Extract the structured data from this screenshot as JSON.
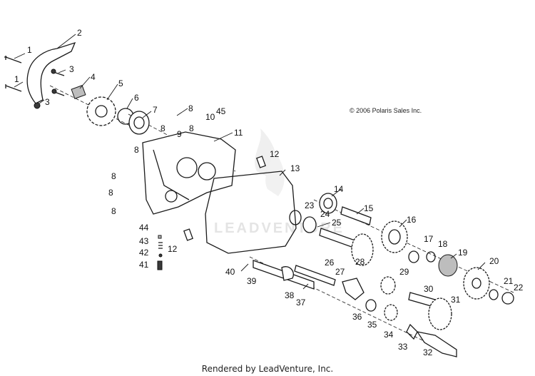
{
  "copyright": "© 2006 Polaris Sales Inc.",
  "footer": "Rendered by LeadVenture, Inc.",
  "watermark": "LEADVENTURE",
  "callouts": [
    "1",
    "2",
    "3",
    "4",
    "5",
    "6",
    "7",
    "8",
    "9",
    "10",
    "11",
    "12",
    "13",
    "14",
    "15",
    "16",
    "17",
    "18",
    "19",
    "20",
    "21",
    "22",
    "23",
    "24",
    "25",
    "26",
    "27",
    "28",
    "29",
    "30",
    "31",
    "32",
    "33",
    "34",
    "35",
    "36",
    "37",
    "38",
    "39",
    "40",
    "41",
    "42",
    "43",
    "44",
    "45"
  ]
}
